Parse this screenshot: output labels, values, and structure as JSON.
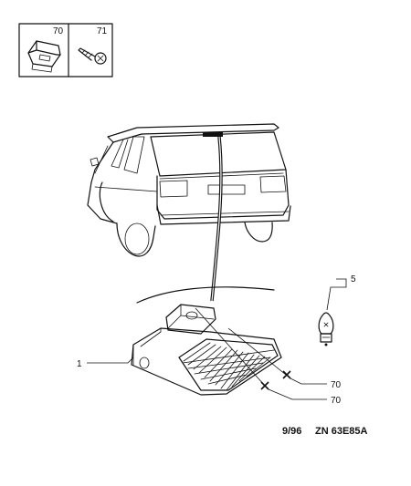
{
  "inset": {
    "items": [
      {
        "ref": "70",
        "icon": "clip-nut-icon"
      },
      {
        "ref": "71",
        "icon": "screw-icon"
      }
    ]
  },
  "callouts": {
    "light_body": "1",
    "bulb": "5",
    "fixing_upper": "70",
    "fixing_lower": "70"
  },
  "footer": {
    "date": "9/96",
    "ref_code": "ZN 63E85A"
  }
}
